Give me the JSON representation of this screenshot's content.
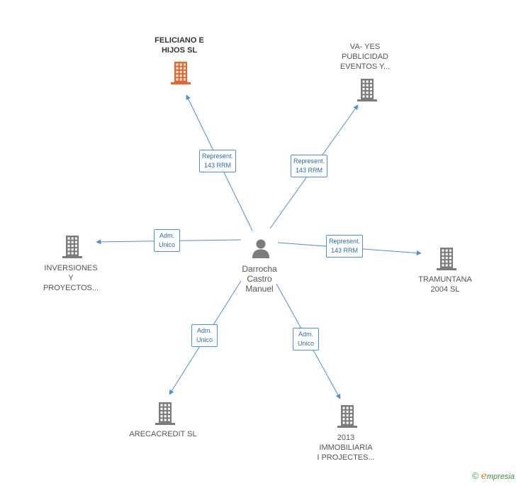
{
  "center": {
    "name": "Darrocha Castro Manuel",
    "lines": [
      "Darrocha",
      "Castro",
      "Manuel"
    ],
    "icon": "person-icon"
  },
  "companies": [
    {
      "id": "feliciano",
      "lines": [
        "FELICIANO E",
        "HIJOS SL"
      ],
      "focal": true,
      "icon": "building-icon",
      "color": "#f0612b"
    },
    {
      "id": "vayes",
      "lines": [
        "VA- YES",
        "PUBLICIDAD",
        "EVENTOS Y..."
      ],
      "focal": false,
      "icon": "building-icon",
      "color": "#7b7b7b"
    },
    {
      "id": "inversiones",
      "lines": [
        "INVERSIONES",
        "Y",
        "PROYECTOS..."
      ],
      "focal": false,
      "icon": "building-icon",
      "color": "#7b7b7b"
    },
    {
      "id": "tramuntana",
      "lines": [
        "TRAMUNTANA",
        "2004 SL"
      ],
      "focal": false,
      "icon": "building-icon",
      "color": "#7b7b7b"
    },
    {
      "id": "arecacredit",
      "lines": [
        "ARECACREDIT SL"
      ],
      "focal": false,
      "icon": "building-icon",
      "color": "#7b7b7b"
    },
    {
      "id": "immobiliaria",
      "lines": [
        "2013",
        "IMMOBILIARIA",
        "I PROJECTES..."
      ],
      "focal": false,
      "icon": "building-icon",
      "color": "#7b7b7b"
    }
  ],
  "edges": [
    {
      "to": "feliciano",
      "lines": [
        "Represent.",
        "143 RRM"
      ]
    },
    {
      "to": "vayes",
      "lines": [
        "Represent.",
        "143 RRM"
      ]
    },
    {
      "to": "inversiones",
      "lines": [
        "Adm.",
        "Unico"
      ]
    },
    {
      "to": "tramuntana",
      "lines": [
        "Represent.",
        "143 RRM"
      ]
    },
    {
      "to": "arecacredit",
      "lines": [
        "Adm.",
        "Unico"
      ]
    },
    {
      "to": "immobiliaria",
      "lines": [
        "Adm.",
        "Unico"
      ]
    }
  ],
  "colors": {
    "edge": "#4a90d9",
    "building": "#7b7b7b",
    "focal_building": "#f0612b",
    "person": "#7b7b7b"
  },
  "credit": {
    "symbol": "©",
    "brand_initial": "e",
    "brand_rest": "mpresia"
  }
}
